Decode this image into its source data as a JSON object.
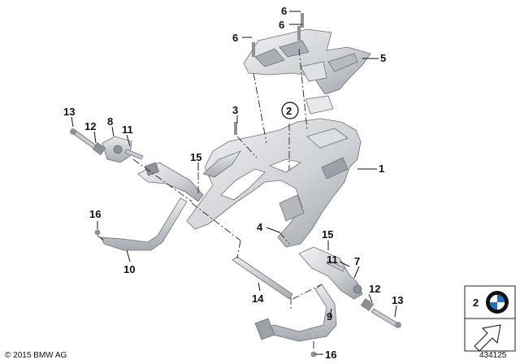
{
  "callouts": {
    "c1": "1",
    "c2": "2",
    "c3": "3",
    "c4": "4",
    "c5": "5",
    "c6a": "6",
    "c6b": "6",
    "c6c": "6",
    "c7": "7",
    "c8": "8",
    "c9": "9",
    "c10": "10",
    "c11a": "11",
    "c11b": "11",
    "c12a": "12",
    "c12b": "12",
    "c13a": "13",
    "c13b": "13",
    "c14": "14",
    "c15a": "15",
    "c15b": "15",
    "c16a": "16",
    "c16b": "16"
  },
  "legend": {
    "number": "2"
  },
  "footer": {
    "copyright": "© 2015 BMW AG",
    "diagram_id": "434125"
  },
  "colors": {
    "part_light": "#e7e9ec",
    "part_mid": "#c9ccd1",
    "part_dark": "#8d9298",
    "line": "#111111"
  }
}
